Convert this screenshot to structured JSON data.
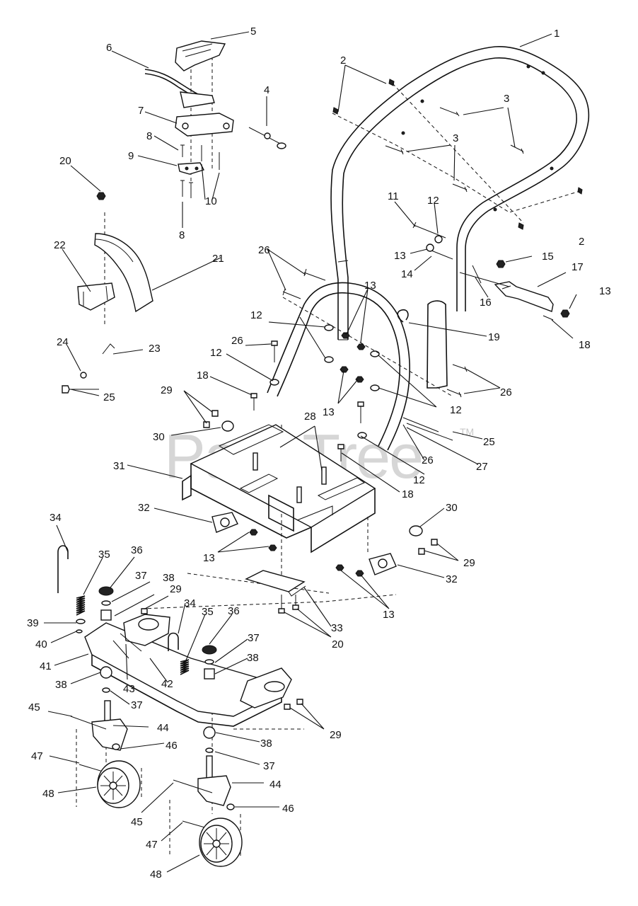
{
  "watermark": {
    "text": "PartsTree",
    "trademark": "TM"
  },
  "callouts": [
    {
      "id": "c1",
      "text": "1"
    },
    {
      "id": "c2a",
      "text": "2"
    },
    {
      "id": "c2b",
      "text": "2"
    },
    {
      "id": "c3a",
      "text": "3"
    },
    {
      "id": "c3b",
      "text": "3"
    },
    {
      "id": "c3c",
      "text": "3"
    },
    {
      "id": "c4",
      "text": "4"
    },
    {
      "id": "c5",
      "text": "5"
    },
    {
      "id": "c6",
      "text": "6"
    },
    {
      "id": "c7",
      "text": "7"
    },
    {
      "id": "c8a",
      "text": "8"
    },
    {
      "id": "c8b",
      "text": "8"
    },
    {
      "id": "c9",
      "text": "9"
    },
    {
      "id": "c10",
      "text": "10"
    },
    {
      "id": "c11",
      "text": "11"
    },
    {
      "id": "c12a",
      "text": "12"
    },
    {
      "id": "c12b",
      "text": "12"
    },
    {
      "id": "c12c",
      "text": "12"
    },
    {
      "id": "c12d",
      "text": "12"
    },
    {
      "id": "c12e",
      "text": "12"
    },
    {
      "id": "c13a",
      "text": "13"
    },
    {
      "id": "c13b",
      "text": "13"
    },
    {
      "id": "c13c",
      "text": "13"
    },
    {
      "id": "c13d",
      "text": "13"
    },
    {
      "id": "c13e",
      "text": "13"
    },
    {
      "id": "c13f",
      "text": "13"
    },
    {
      "id": "c14",
      "text": "14"
    },
    {
      "id": "c15",
      "text": "15"
    },
    {
      "id": "c16",
      "text": "16"
    },
    {
      "id": "c17",
      "text": "17"
    },
    {
      "id": "c18a",
      "text": "18"
    },
    {
      "id": "c18b",
      "text": "18"
    },
    {
      "id": "c18c",
      "text": "18"
    },
    {
      "id": "c19",
      "text": "19"
    },
    {
      "id": "c20a",
      "text": "20"
    },
    {
      "id": "c20b",
      "text": "20"
    },
    {
      "id": "c21",
      "text": "21"
    },
    {
      "id": "c22",
      "text": "22"
    },
    {
      "id": "c23",
      "text": "23"
    },
    {
      "id": "c24",
      "text": "24"
    },
    {
      "id": "c25a",
      "text": "25"
    },
    {
      "id": "c25b",
      "text": "25"
    },
    {
      "id": "c26a",
      "text": "26"
    },
    {
      "id": "c26b",
      "text": "26"
    },
    {
      "id": "c26c",
      "text": "26"
    },
    {
      "id": "c26d",
      "text": "26"
    },
    {
      "id": "c27",
      "text": "27"
    },
    {
      "id": "c28",
      "text": "28"
    },
    {
      "id": "c29a",
      "text": "29"
    },
    {
      "id": "c29b",
      "text": "29"
    },
    {
      "id": "c29c",
      "text": "29"
    },
    {
      "id": "c29d",
      "text": "29"
    },
    {
      "id": "c30a",
      "text": "30"
    },
    {
      "id": "c30b",
      "text": "30"
    },
    {
      "id": "c31",
      "text": "31"
    },
    {
      "id": "c32a",
      "text": "32"
    },
    {
      "id": "c32b",
      "text": "32"
    },
    {
      "id": "c33",
      "text": "33"
    },
    {
      "id": "c34a",
      "text": "34"
    },
    {
      "id": "c34b",
      "text": "34"
    },
    {
      "id": "c35a",
      "text": "35"
    },
    {
      "id": "c35b",
      "text": "35"
    },
    {
      "id": "c36a",
      "text": "36"
    },
    {
      "id": "c36b",
      "text": "36"
    },
    {
      "id": "c37a",
      "text": "37"
    },
    {
      "id": "c37b",
      "text": "37"
    },
    {
      "id": "c37c",
      "text": "37"
    },
    {
      "id": "c37d",
      "text": "37"
    },
    {
      "id": "c38a",
      "text": "38"
    },
    {
      "id": "c38b",
      "text": "38"
    },
    {
      "id": "c38c",
      "text": "38"
    },
    {
      "id": "c38d",
      "text": "38"
    },
    {
      "id": "c39",
      "text": "39"
    },
    {
      "id": "c40",
      "text": "40"
    },
    {
      "id": "c41",
      "text": "41"
    },
    {
      "id": "c42",
      "text": "42"
    },
    {
      "id": "c43",
      "text": "43"
    },
    {
      "id": "c44a",
      "text": "44"
    },
    {
      "id": "c44b",
      "text": "44"
    },
    {
      "id": "c45a",
      "text": "45"
    },
    {
      "id": "c45b",
      "text": "45"
    },
    {
      "id": "c46a",
      "text": "46"
    },
    {
      "id": "c46b",
      "text": "46"
    },
    {
      "id": "c47a",
      "text": "47"
    },
    {
      "id": "c47b",
      "text": "47"
    },
    {
      "id": "c48a",
      "text": "48"
    },
    {
      "id": "c48b",
      "text": "48"
    }
  ]
}
